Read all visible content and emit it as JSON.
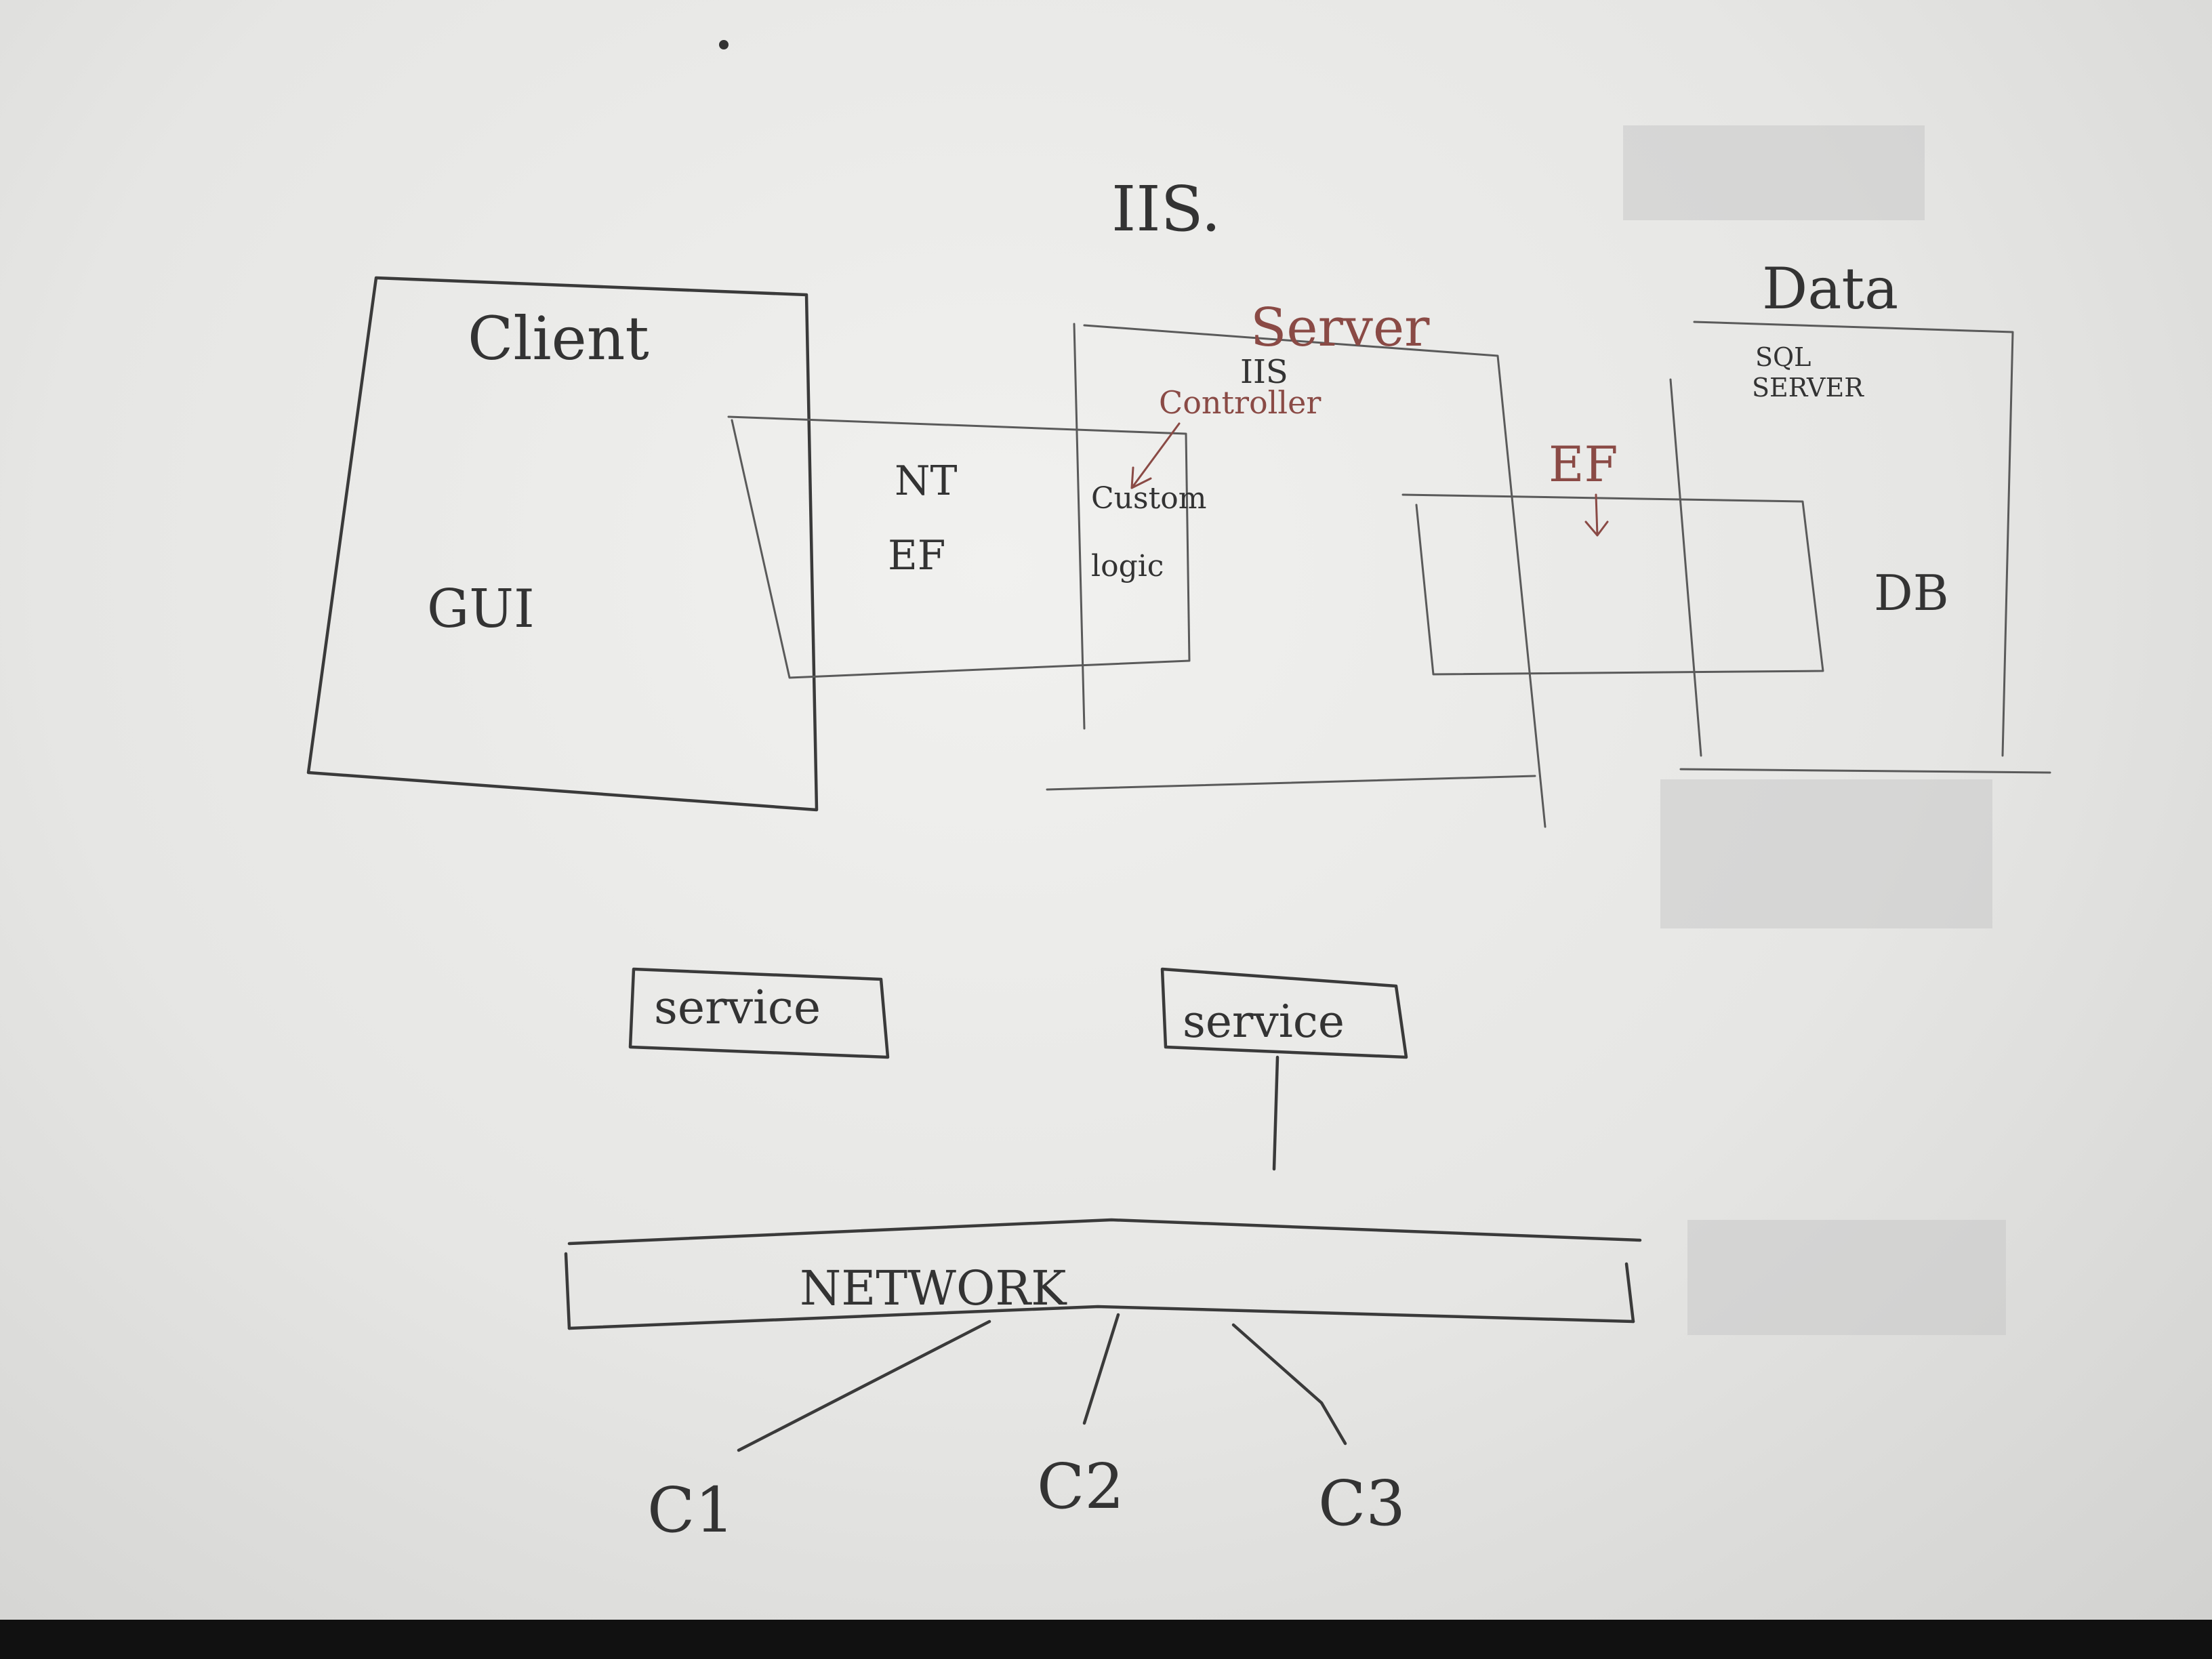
{
  "diagram": {
    "top_label": "IIS.",
    "client_box": {
      "title": "Client",
      "body": "GUI"
    },
    "middle_box": {
      "line1": "NT",
      "line2": "EF"
    },
    "server_box": {
      "title": "Server",
      "sub_title": "IIS",
      "controller_note": "Controller",
      "custom_logic_line1": "Custom",
      "custom_logic_line2": "logic"
    },
    "ef_arrow_label": "EF",
    "data_box": {
      "title": "Data",
      "sub_line1": "SQL",
      "sub_line2": "SERVER",
      "db_label": "DB"
    },
    "service_left": "service",
    "service_right": "service",
    "network_label": "NETWORK",
    "clients": [
      "C1",
      "C2",
      "C3"
    ]
  }
}
